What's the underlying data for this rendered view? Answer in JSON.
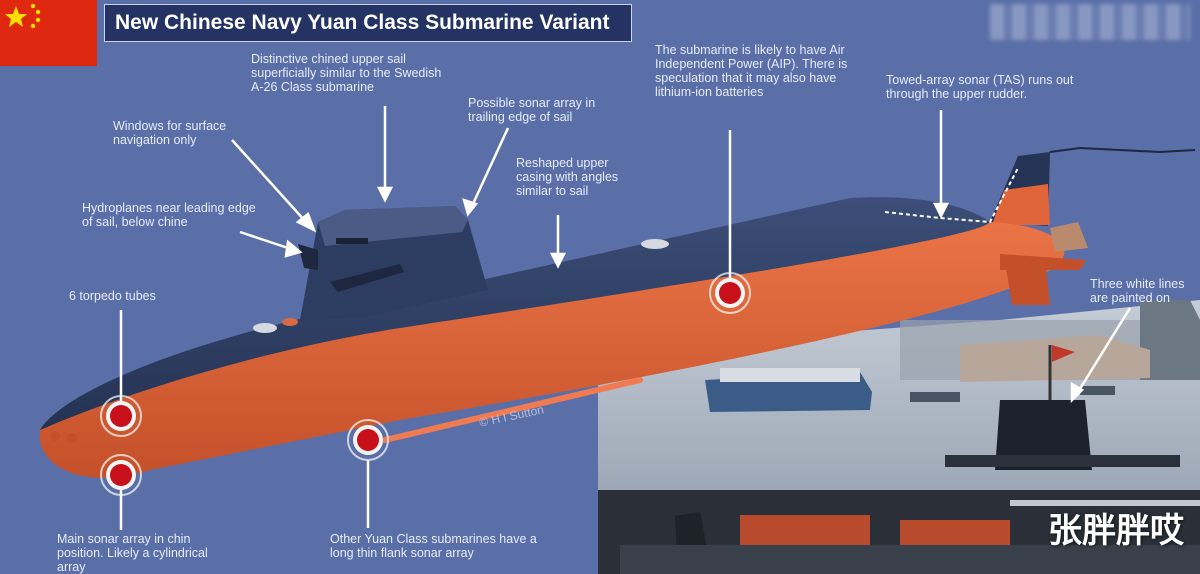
{
  "title": "New Chinese Navy Yuan Class Submarine Variant",
  "credit": "© H I Sutton",
  "watermark": "张胖胖哎",
  "colors": {
    "background": "#5a6fa8",
    "title_bg": "#243363",
    "hull_upper": "#2d3d62",
    "hull_lower": "#e0653a",
    "marker": "#c8101a",
    "flag_red": "#de2910",
    "flag_star": "#ffde00"
  },
  "labels": {
    "sail": "Distinctive chined upper sail superficially similar to the Swedish A-26 Class submarine",
    "windows": "Windows for surface navigation only",
    "sonar_sail": "Possible sonar array in trailing edge of sail",
    "casing": "Reshaped upper casing with angles similar to sail",
    "aip": "The submarine is likely to have Air Independent Power (AIP). There is speculation that it may also have lithium-ion batteries",
    "tas": "Towed-array sonar (TAS) runs out through the upper rudder.",
    "hydroplanes": "Hydroplanes near leading edge of sail, below chine",
    "torpedo": "6 torpedo tubes",
    "three_lines": "Three white lines are painted on",
    "chin_sonar": "Main sonar array in chin position. Likely a cylindrical array",
    "flank_sonar": "Other Yuan Class submarines have a long thin flank sonar array"
  }
}
